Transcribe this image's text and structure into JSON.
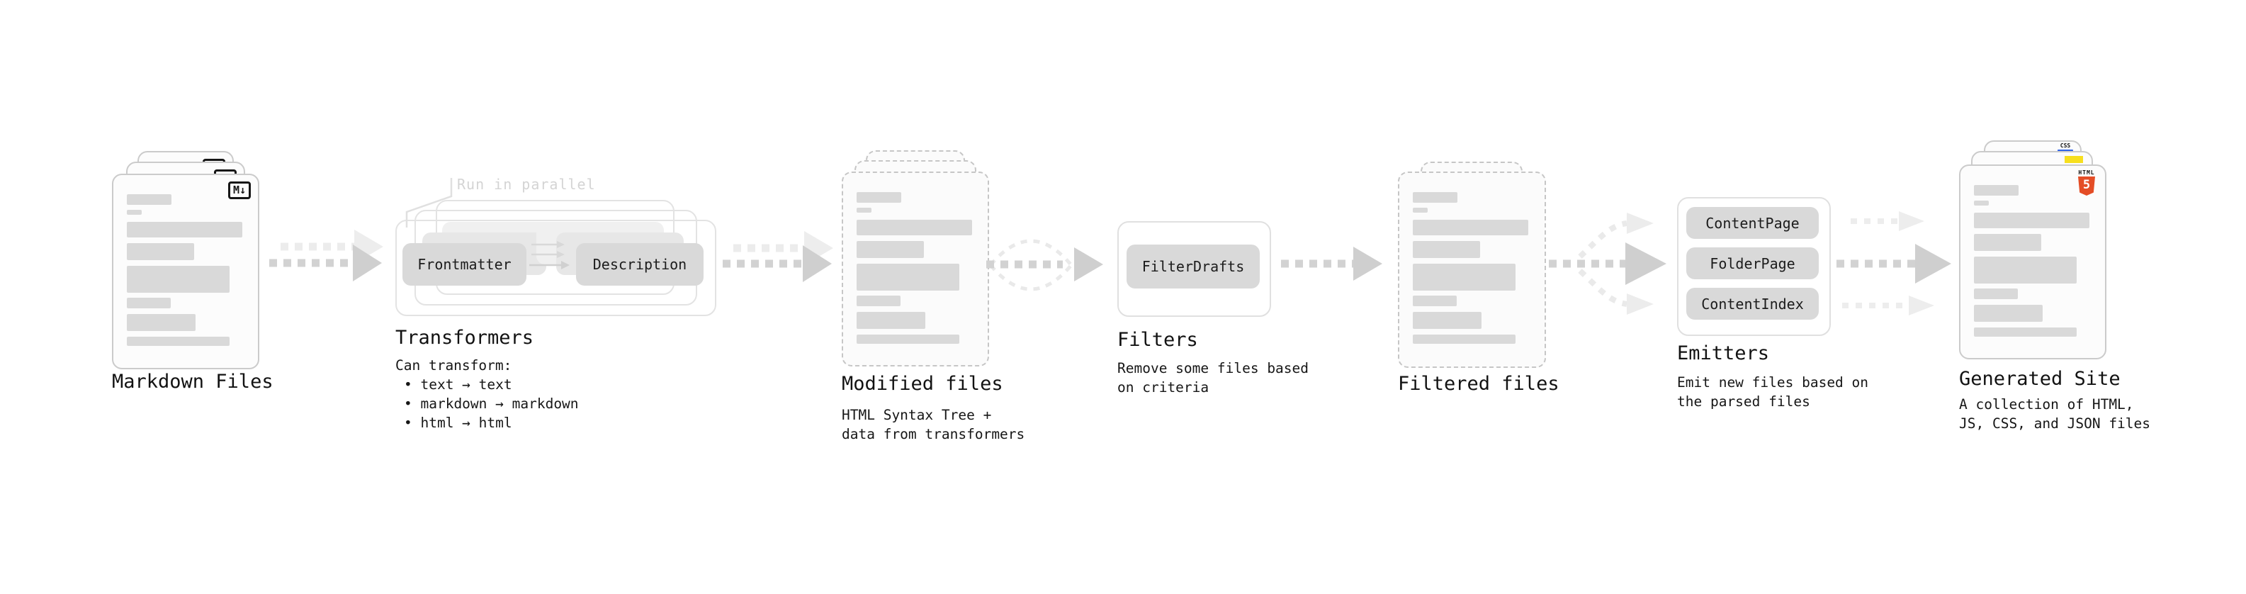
{
  "stages": {
    "markdown_files": {
      "label": "Markdown Files",
      "badge": "M↓"
    },
    "transformers": {
      "label": "Transformers",
      "annotation": "Run in parallel",
      "pill_left": "Frontmatter",
      "pill_right": "Description",
      "desc_title": "Can transform:",
      "bullets": [
        "• text → text",
        "• markdown → markdown",
        "• html → html"
      ]
    },
    "modified_files": {
      "label": "Modified files",
      "desc": "HTML Syntax Tree +\ndata from transformers"
    },
    "filters": {
      "label": "Filters",
      "pill": "FilterDrafts",
      "desc": "Remove some files based\non criteria"
    },
    "filtered_files": {
      "label": "Filtered files"
    },
    "emitters": {
      "label": "Emitters",
      "pills": [
        "ContentPage",
        "FolderPage",
        "ContentIndex"
      ],
      "desc": "Emit new files based on\nthe parsed files"
    },
    "generated_site": {
      "label": "Generated Site",
      "desc": "A collection of HTML,\nJS, CSS, and JSON files",
      "html5_badge_word": "HTML",
      "html5_badge_number": "5",
      "css_badge": "CSS"
    }
  },
  "icons": {
    "markdown-icon": "M↓ boxed badge",
    "html5-icon": "orange shield with 5",
    "css3-icon": "CSS text with blue bar",
    "js-icon": "yellow square"
  },
  "colors": {
    "background": "#ffffff",
    "doc_border": "#cbcbcb",
    "dashed_border": "#c6c6c6",
    "bar_fill": "#d9d9d9",
    "pill_fill": "#d9d9d9",
    "arrow_dark": "#d2d2d2",
    "arrow_light": "#ececec",
    "annotation_gray": "#d4d4d4",
    "html5_orange": "#e44d26",
    "js_yellow": "#f7df1e",
    "css_blue": "#2f63e8",
    "text": "#151515"
  }
}
